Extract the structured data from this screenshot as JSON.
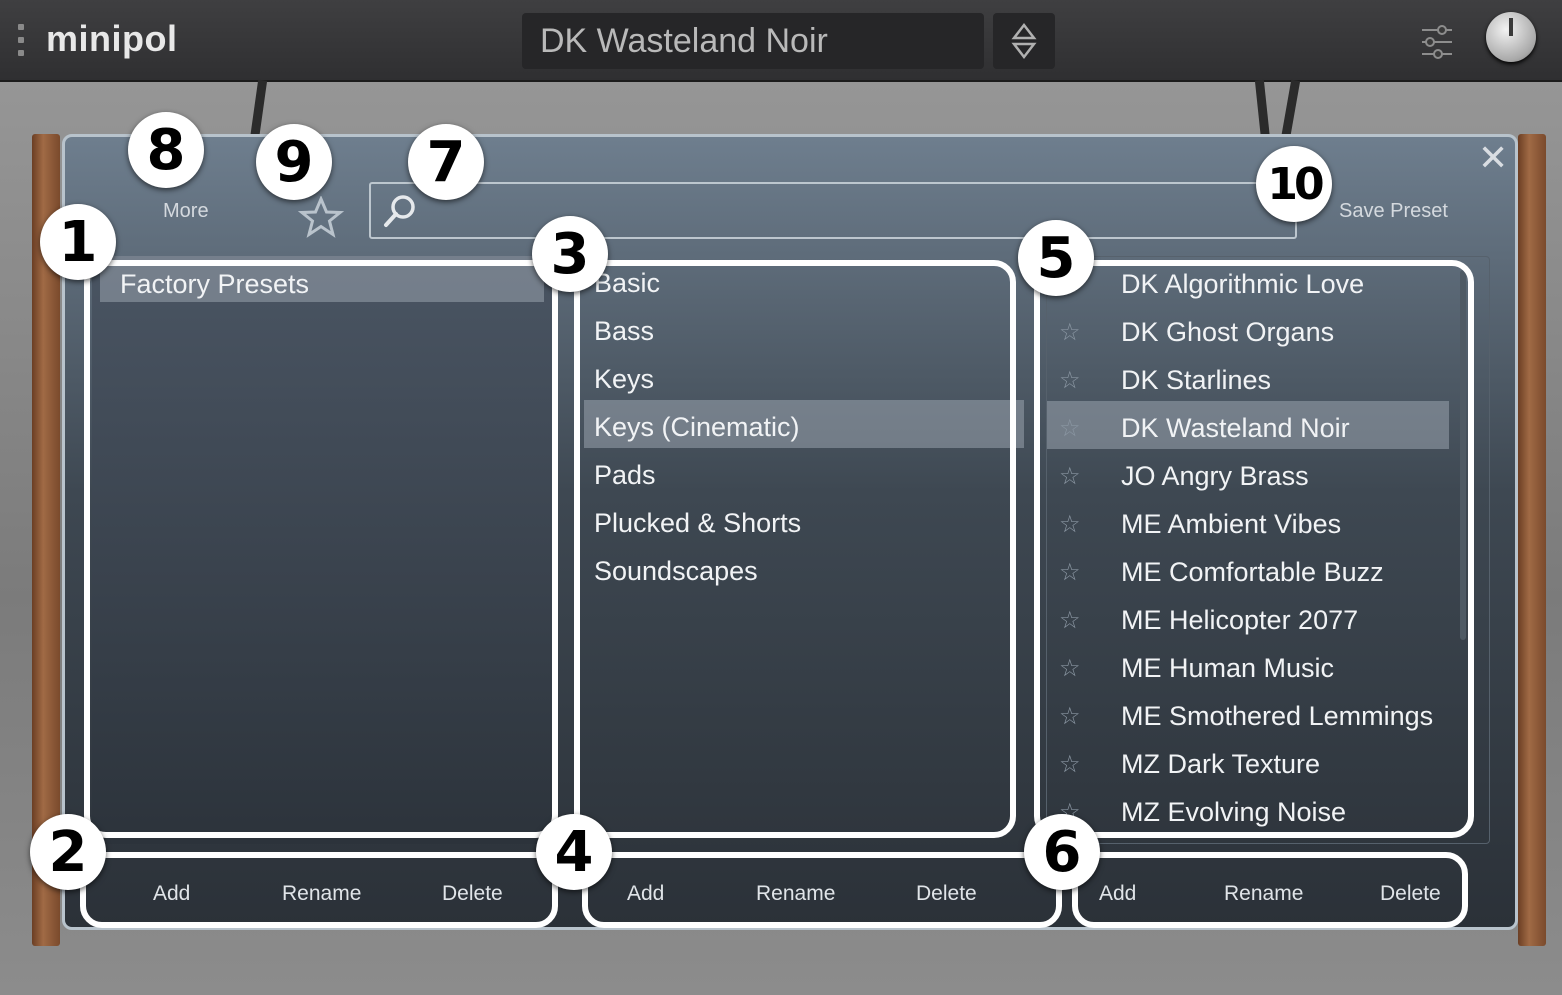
{
  "app": {
    "name": "minipol"
  },
  "preset": {
    "current": "DK Wasteland Noir"
  },
  "toolbar": {
    "more_label": "More",
    "save_label": "Save Preset",
    "search_placeholder": ""
  },
  "banks": {
    "items": [
      {
        "label": "Factory Presets",
        "selected": true
      }
    ],
    "buttons": {
      "add": "Add",
      "rename": "Rename",
      "delete": "Delete"
    }
  },
  "categories": {
    "items": [
      {
        "label": "Basic"
      },
      {
        "label": "Bass"
      },
      {
        "label": "Keys"
      },
      {
        "label": "Keys (Cinematic)",
        "selected": true
      },
      {
        "label": "Pads"
      },
      {
        "label": "Plucked & Shorts"
      },
      {
        "label": "Soundscapes"
      }
    ],
    "buttons": {
      "add": "Add",
      "rename": "Rename",
      "delete": "Delete"
    }
  },
  "presets": {
    "items": [
      {
        "label": "DK Algorithmic Love"
      },
      {
        "label": "DK Ghost Organs"
      },
      {
        "label": "DK Starlines"
      },
      {
        "label": "DK Wasteland Noir",
        "selected": true
      },
      {
        "label": "JO Angry Brass"
      },
      {
        "label": "ME Ambient Vibes"
      },
      {
        "label": "ME Comfortable Buzz"
      },
      {
        "label": "ME Helicopter 2077"
      },
      {
        "label": "ME Human Music"
      },
      {
        "label": "ME Smothered Lemmings"
      },
      {
        "label": "MZ Dark Texture"
      },
      {
        "label": "MZ Evolving Noise"
      }
    ],
    "buttons": {
      "add": "Add",
      "rename": "Rename",
      "delete": "Delete"
    },
    "star_glyph": "☆"
  },
  "badges": {
    "b1": "1",
    "b2": "2",
    "b3": "3",
    "b4": "4",
    "b5": "5",
    "b6": "6",
    "b7": "7",
    "b8": "8",
    "b9": "9",
    "b10": "10"
  },
  "icons": {
    "close": "✕",
    "close_name": "close-icon",
    "favorite": "star-icon",
    "search": "search-icon",
    "settings": "sliders-icon"
  },
  "colors": {
    "highlight": "#aab4be",
    "outline": "#ffffff",
    "wood": "#a06a45"
  }
}
